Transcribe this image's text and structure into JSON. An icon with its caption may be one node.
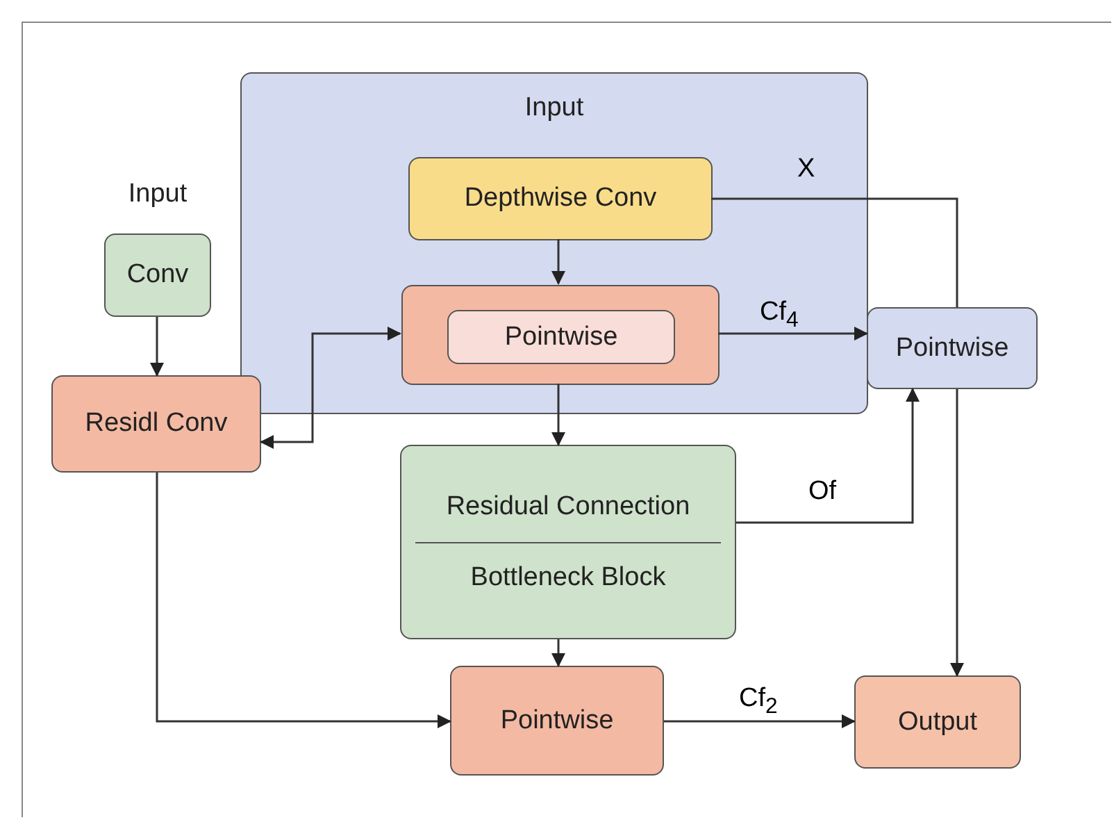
{
  "diagram": {
    "nodes": [
      {
        "text": [
          "Input"
        ]
      },
      {
        "text": [
          "Input",
          "Conv"
        ]
      },
      {
        "text": [
          "Depthwise Conv"
        ],
        "in": 0
      },
      {
        "text": [],
        "shape": "box",
        "in": 0
      },
      {
        "text": [
          "Pointwise"
        ],
        "in": 3
      },
      {
        "text": [
          "Residl Conv"
        ]
      },
      {
        "text": [
          "Pointwise"
        ]
      },
      {
        "text": [
          "Residual Connection",
          "Bottleneck Block"
        ]
      },
      {
        "text": [
          "Pointwise"
        ]
      },
      {
        "text": [
          "Output"
        ]
      }
    ],
    "edges": [
      {
        "from": 1,
        "to": 5,
        "arrow": "to"
      },
      {
        "from": 2,
        "to": 3,
        "arrow": "to"
      },
      {
        "from": 2,
        "to": 6,
        "arrow": "none",
        "label": "X"
      },
      {
        "from": 3,
        "to": 6,
        "arrow": "to",
        "label": "Cf$_{4}$"
      },
      {
        "from": 3,
        "to": 7,
        "arrow": "to"
      },
      {
        "from": 5,
        "to": 3,
        "arrow": "both"
      },
      {
        "from": 7,
        "to": 6,
        "arrow": "to",
        "label": "Of"
      },
      {
        "from": 7,
        "to": 8,
        "arrow": "to"
      },
      {
        "from": 5,
        "to": 8,
        "arrow": "to"
      },
      {
        "from": 8,
        "to": 9,
        "arrow": "to",
        "label": "Cf$_{2}$"
      },
      {
        "from": 6,
        "to": 9,
        "arrow": "to"
      }
    ]
  }
}
